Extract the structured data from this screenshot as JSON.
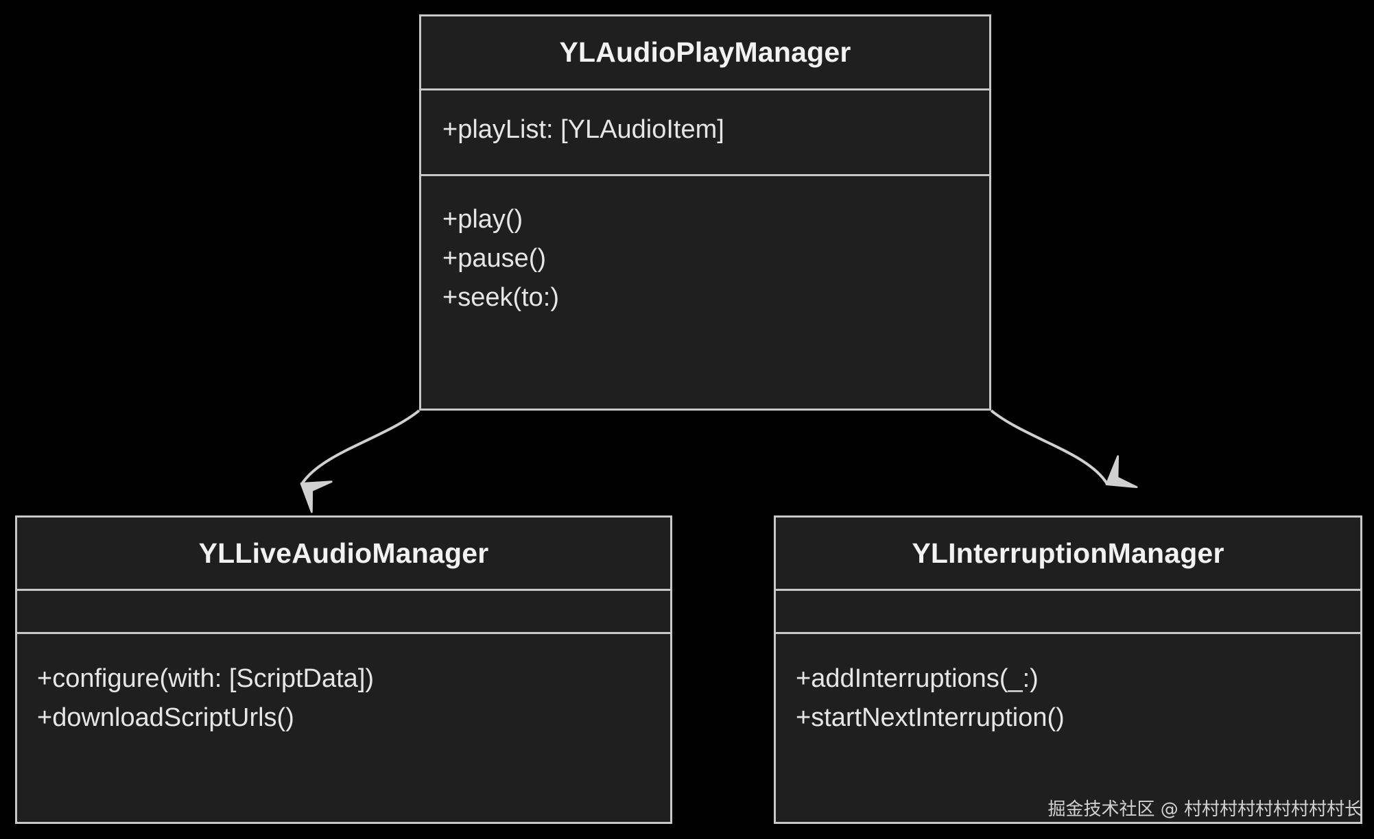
{
  "diagram": {
    "type": "uml-class-diagram",
    "background_color": "#000000",
    "box_fill_color": "#1f1f1f",
    "box_border_color": "#c8c8c8",
    "text_color": "#f2f2f2",
    "connector_color": "#d0d0d0",
    "classes": [
      {
        "id": "root",
        "name": "YLAudioPlayManager",
        "attributes": [
          "+playList: [YLAudioItem]"
        ],
        "methods": [
          "+play()",
          "+pause()",
          "+seek(to:)"
        ]
      },
      {
        "id": "live",
        "name": "YLLiveAudioManager",
        "attributes": [],
        "methods": [
          "+configure(with: [ScriptData])",
          "+downloadScriptUrls()"
        ]
      },
      {
        "id": "interrupt",
        "name": "YLInterruptionManager",
        "attributes": [],
        "methods": [
          "+addInterruptions(_:)",
          "+startNextInterruption()"
        ]
      }
    ],
    "relations": [
      {
        "from": "root",
        "to": "live",
        "arrow": "filled-chevron",
        "label": ""
      },
      {
        "from": "root",
        "to": "interrupt",
        "arrow": "filled-chevron",
        "label": ""
      }
    ]
  },
  "watermark": {
    "text": "掘金技术社区 @ 村村村村村村村村村长"
  }
}
